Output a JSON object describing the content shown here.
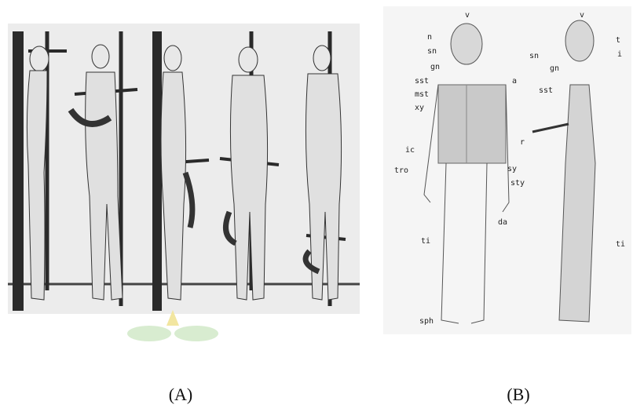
{
  "captions": {
    "a": "(A)",
    "b": "(B)"
  },
  "panel_b_labels": {
    "front": [
      "v",
      "n",
      "sn",
      "gn",
      "sst",
      "a",
      "mst",
      "xy",
      "ic",
      "r",
      "tro",
      "sy",
      "sty",
      "da",
      "ti",
      "sph"
    ],
    "side": [
      "v",
      "t",
      "sn",
      "i",
      "gn",
      "sst",
      "ti"
    ]
  },
  "colors": {
    "figure_stroke": "#333333",
    "pole": "#2a2a2a",
    "skeleton_shade": "#c9c9c9",
    "background_a": "#ececec"
  }
}
